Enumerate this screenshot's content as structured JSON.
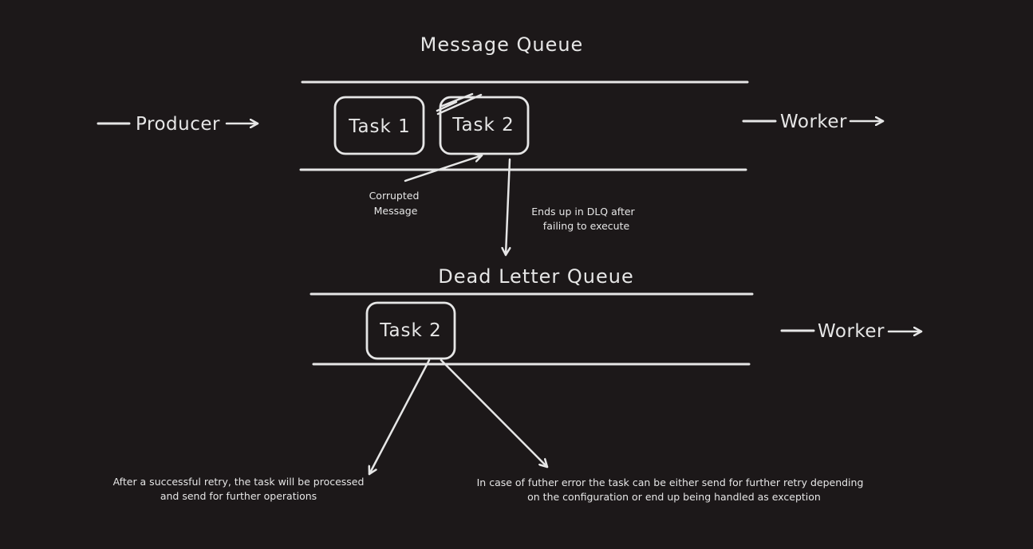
{
  "diagram": {
    "message_queue": {
      "title": "Message Queue",
      "producer_label": "Producer",
      "worker_label": "Worker",
      "tasks": [
        {
          "label": "Task 1"
        },
        {
          "label": "Task 2"
        }
      ],
      "corrupted_note": [
        "Corrupted",
        "Message"
      ],
      "dlq_note": [
        "Ends up in DLQ after",
        "failing to execute"
      ]
    },
    "dead_letter_queue": {
      "title": "Dead Letter Queue",
      "worker_label": "Worker",
      "task": {
        "label": "Task 2"
      },
      "retry_success_note": [
        "After a successful retry, the task will be processed",
        "and send for further operations"
      ],
      "further_error_note": [
        "In case of futher error the task can be either send  for further retry depending",
        "on the configuration or end up being handled as exception"
      ]
    },
    "colors": {
      "background": "#1c1819",
      "stroke": "#e6e6e6"
    }
  }
}
